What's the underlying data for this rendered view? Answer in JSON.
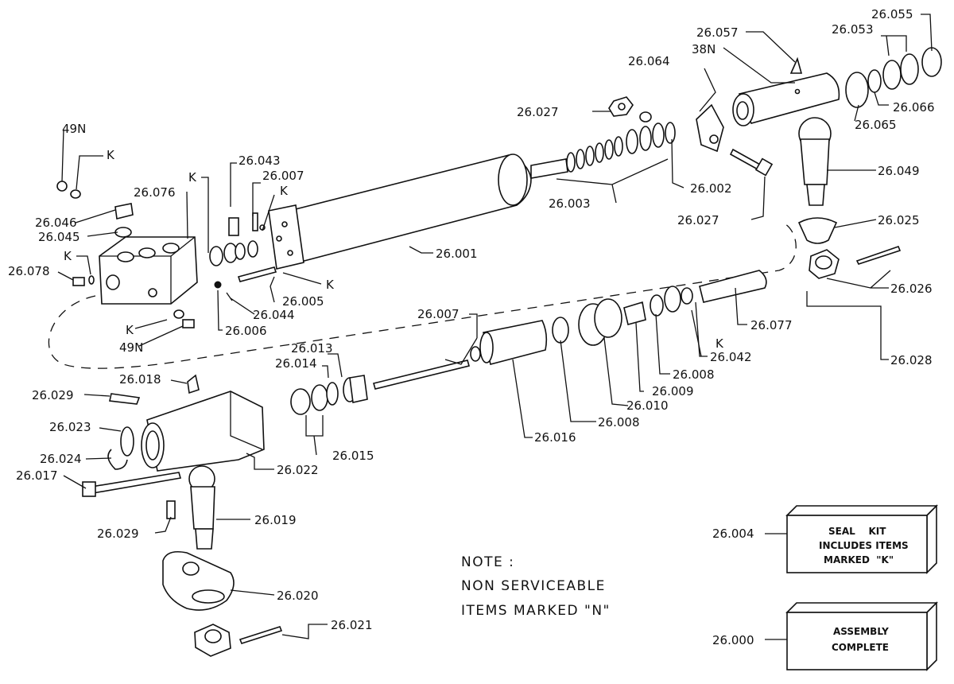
{
  "labels": {
    "p26_001": "26.001",
    "p26_002": "26.002",
    "p26_003": "26.003",
    "p26_004": "26.004",
    "p26_000": "26.000",
    "p26_005": "26.005",
    "p26_006": "26.006",
    "p26_007a": "26.007",
    "p26_007b": "26.007",
    "p26_008a": "26.008",
    "p26_008b": "26.008",
    "p26_009": "26.009",
    "p26_010": "26.010",
    "p26_013": "26.013",
    "p26_014": "26.014",
    "p26_015": "26.015",
    "p26_016": "26.016",
    "p26_017": "26.017",
    "p26_018": "26.018",
    "p26_019": "26.019",
    "p26_020": "26.020",
    "p26_021": "26.021",
    "p26_022": "26.022",
    "p26_023": "26.023",
    "p26_024": "26.024",
    "p26_025": "26.025",
    "p26_026": "26.026",
    "p26_027a": "26.027",
    "p26_027b": "26.027",
    "p26_028": "26.028",
    "p26_029a": "26.029",
    "p26_029b": "26.029",
    "p26_042": "26.042",
    "p26_043": "26.043",
    "p26_044": "26.044",
    "p26_045": "26.045",
    "p26_046": "26.046",
    "p26_049": "26.049",
    "p26_053": "26.053",
    "p26_055": "26.055",
    "p26_057": "26.057",
    "p26_064": "26.064",
    "p26_065": "26.065",
    "p26_066": "26.066",
    "p26_076": "26.076",
    "p26_077": "26.077",
    "p26_078": "26.078",
    "p38n": "38N",
    "p49n_top": "49N",
    "p49n_bot": "49N",
    "k_a": "K",
    "k_b": "K",
    "k_c": "K",
    "k_d": "K",
    "k_e": "K",
    "k_f": "K",
    "k_g": "K"
  },
  "note": {
    "line1": "NOTE :",
    "line2": "NON SERVICEABLE",
    "line3": "ITEMS MARKED \"N\""
  },
  "seal_kit_box": {
    "line1": "SEAL    KIT",
    "line2": "INCLUDES ITEMS",
    "line3": "MARKED  \"K\""
  },
  "assembly_box": {
    "line1": "ASSEMBLY",
    "line2": "COMPLETE"
  }
}
